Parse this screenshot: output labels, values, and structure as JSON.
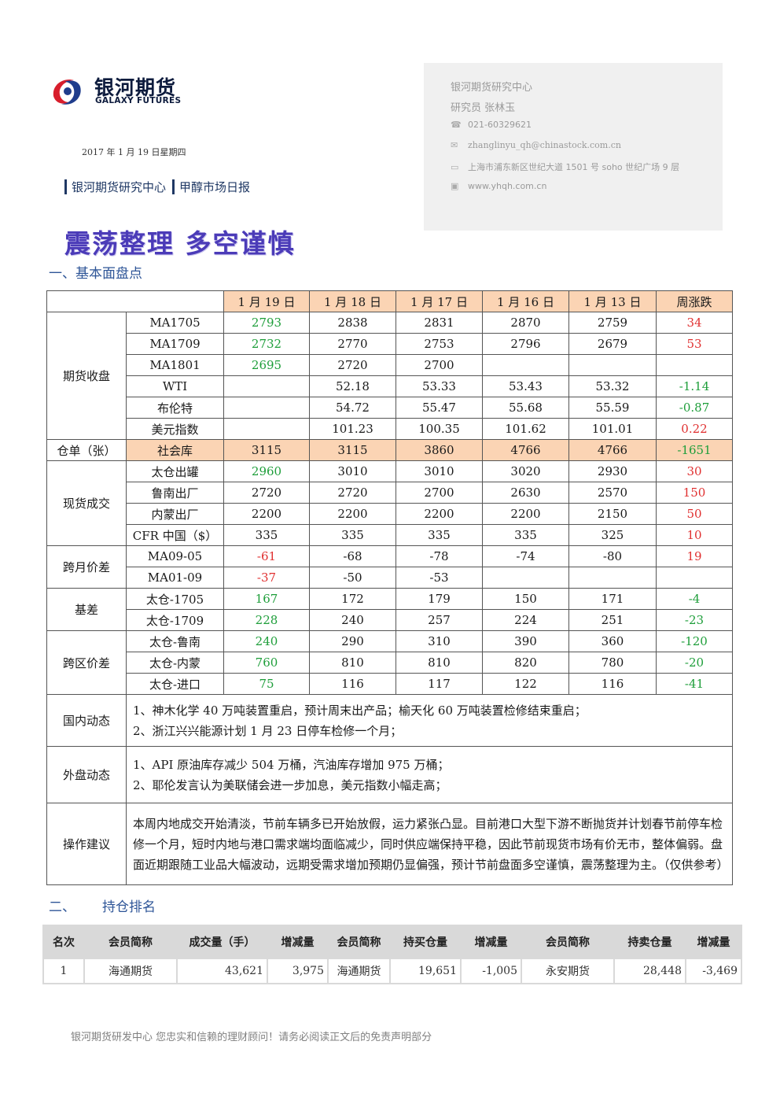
{
  "header": {
    "logo_cn": "银河期货",
    "logo_en": "GALAXY FUTURES",
    "date": "2017 年 1 月 19 日星期四",
    "subhead_1": "银河期货研究中心",
    "subhead_2": "甲醇市场日报"
  },
  "contact": {
    "org": "银河期货研究中心",
    "role": "研究员  张林玉",
    "phone": "021-60329621",
    "email": "zhanglinyu_qh@chinastock.com.cn",
    "address": "上海市浦东新区世纪大道 1501 号 soho 世纪广场 9 层",
    "website": "www.yhqh.com.cn"
  },
  "title": "震荡整理  多空谨慎",
  "section1": "一、基本面盘点",
  "table": {
    "columns": [
      "1 月 19 日",
      "1 月 18 日",
      "1 月 17 日",
      "1 月 16 日",
      "1 月 13 日",
      "周涨跌"
    ],
    "categories": {
      "futures": "期货收盘",
      "warrant": "仓单（张）",
      "spot": "现货成交",
      "spread": "跨月价差",
      "basis": "基差",
      "region": "跨区价差",
      "domestic": "国内动态",
      "overseas": "外盘动态",
      "advice": "操作建议"
    },
    "rows": [
      {
        "item": "MA1705",
        "v": [
          "2793",
          "2838",
          "2831",
          "2870",
          "2759",
          "34"
        ]
      },
      {
        "item": "MA1709",
        "v": [
          "2732",
          "2770",
          "2753",
          "2796",
          "2679",
          "53"
        ]
      },
      {
        "item": "MA1801",
        "v": [
          "2695",
          "2720",
          "2700",
          "",
          "",
          ""
        ]
      },
      {
        "item": "WTI",
        "v": [
          "",
          "52.18",
          "53.33",
          "53.43",
          "53.32",
          "-1.14"
        ]
      },
      {
        "item": "布伦特",
        "v": [
          "",
          "54.72",
          "55.47",
          "55.68",
          "55.59",
          "-0.87"
        ]
      },
      {
        "item": "美元指数",
        "v": [
          "",
          "101.23",
          "100.35",
          "101.62",
          "101.01",
          "0.22"
        ]
      },
      {
        "item": "社会库",
        "v": [
          "3115",
          "3115",
          "3860",
          "4766",
          "4766",
          "-1651"
        ]
      },
      {
        "item": "太仓出罐",
        "v": [
          "2960",
          "3010",
          "3010",
          "3020",
          "2930",
          "30"
        ]
      },
      {
        "item": "鲁南出厂",
        "v": [
          "2720",
          "2720",
          "2700",
          "2630",
          "2570",
          "150"
        ]
      },
      {
        "item": "内蒙出厂",
        "v": [
          "2200",
          "2200",
          "2200",
          "2200",
          "2150",
          "50"
        ]
      },
      {
        "item": "CFR 中国（$）",
        "v": [
          "335",
          "335",
          "335",
          "335",
          "325",
          "10"
        ]
      },
      {
        "item": "MA09-05",
        "v": [
          "-61",
          "-68",
          "-78",
          "-74",
          "-80",
          "19"
        ]
      },
      {
        "item": "MA01-09",
        "v": [
          "-37",
          "-50",
          "-53",
          "",
          "",
          ""
        ]
      },
      {
        "item": "太仓-1705",
        "v": [
          "167",
          "172",
          "179",
          "150",
          "171",
          "-4"
        ]
      },
      {
        "item": "太仓-1709",
        "v": [
          "228",
          "240",
          "257",
          "224",
          "251",
          "-23"
        ]
      },
      {
        "item": "太仓-鲁南",
        "v": [
          "240",
          "290",
          "310",
          "390",
          "360",
          "-120"
        ]
      },
      {
        "item": "太仓-内蒙",
        "v": [
          "760",
          "810",
          "810",
          "820",
          "780",
          "-20"
        ]
      },
      {
        "item": "太仓-进口",
        "v": [
          "75",
          "116",
          "117",
          "122",
          "116",
          "-41"
        ]
      }
    ],
    "domestic": [
      "1、神木化学 40 万吨装置重启，预计周末出产品；榆天化 60 万吨装置检修结束重启；",
      "2、浙江兴兴能源计划 1 月 23 日停车检修一个月；"
    ],
    "overseas": [
      "1、API 原油库存减少 504 万桶，汽油库存增加 975 万桶；",
      "2、耶伦发言认为美联储会进一步加息，美元指数小幅走高；"
    ],
    "advice": "本周内地成交开始清淡，节前车辆多已开始放假，运力紧张凸显。目前港口大型下游不断抛货并计划春节前停车检修一个月，短时内地与港口需求端均面临减少，同时供应端保持平稳，因此节前现货市场有价无市，整体偏弱。盘面近期跟随工业品大幅波动，远期受需求增加预期仍显偏强，预计节前盘面多空谨慎，震荡整理为主。（仅供参考）"
  },
  "section2": {
    "num": "二、",
    "label": "持仓排名"
  },
  "ranking": {
    "headers": [
      "名次",
      "会员简称",
      "成交量（手）",
      "增减量",
      "会员简称",
      "持买仓量",
      "增减量",
      "会员简称",
      "持卖仓量",
      "增减量"
    ],
    "row": [
      "1",
      "海通期货",
      "43,621",
      "3,975",
      "海通期货",
      "19,651",
      "-1,005",
      "永安期货",
      "28,448",
      "-3,469"
    ]
  },
  "footer": "银河期货研发中心 您忠实和信赖的理财顾问！请务必阅读正文后的免责声明部分",
  "colors": {
    "accent_title": "#4b3bb8",
    "section": "#2e5597",
    "highlight": "#fbd4b4",
    "up_red": "#e03030",
    "down_green": "#1e9e3a"
  }
}
